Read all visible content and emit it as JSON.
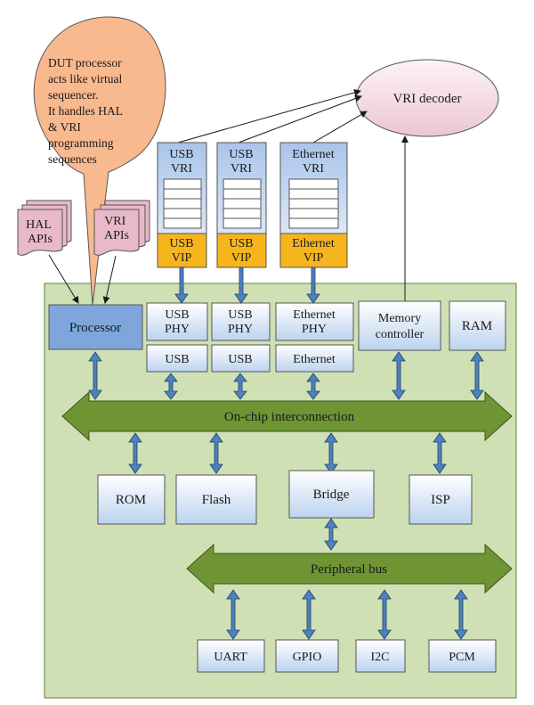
{
  "callout": {
    "lines": [
      "DUT processor",
      "acts like virtual",
      "sequencer.",
      "It handles HAL",
      "& VRI",
      "programming",
      "sequences"
    ]
  },
  "hal_doc": {
    "lines": [
      "HAL",
      "APIs"
    ]
  },
  "vri_doc": {
    "lines": [
      "VRI",
      "APIs"
    ]
  },
  "vri_decoder": {
    "label": "VRI decoder"
  },
  "vri_columns": [
    {
      "vri": [
        "USB",
        "VRI"
      ],
      "vip": [
        "USB",
        "VIP"
      ]
    },
    {
      "vri": [
        "USB",
        "VRI"
      ],
      "vip": [
        "USB",
        "VIP"
      ]
    },
    {
      "vri": [
        "Ethernet",
        "VRI"
      ],
      "vip": [
        "Ethernet",
        "VIP"
      ]
    }
  ],
  "blocks": {
    "processor": "Processor",
    "usb_phy_1": [
      "USB",
      "PHY"
    ],
    "usb_phy_2": [
      "USB",
      "PHY"
    ],
    "eth_phy": [
      "Ethernet",
      "PHY"
    ],
    "memory_controller": [
      "Memory",
      "controller"
    ],
    "ram": "RAM",
    "usb_1": "USB",
    "usb_2": "USB",
    "ethernet": "Ethernet",
    "rom": "ROM",
    "flash": "Flash",
    "bridge": "Bridge",
    "isp": "ISP",
    "uart": "UART",
    "gpio": "GPIO",
    "i2c": "I2C",
    "pcm": "PCM"
  },
  "buses": {
    "onchip": "On-chip interconnection",
    "peripheral": "Peripheral bus"
  },
  "colors": {
    "board": "#cfe0b4",
    "block": "#c7d9f1",
    "processor": "#7ea6dc",
    "bus": "#6f9434",
    "vip": "#f7b51d",
    "callout": "#f9b98e",
    "doc": "#e8b9c9",
    "decoder": "#f4dde4",
    "arrow": "#4f81bd"
  }
}
